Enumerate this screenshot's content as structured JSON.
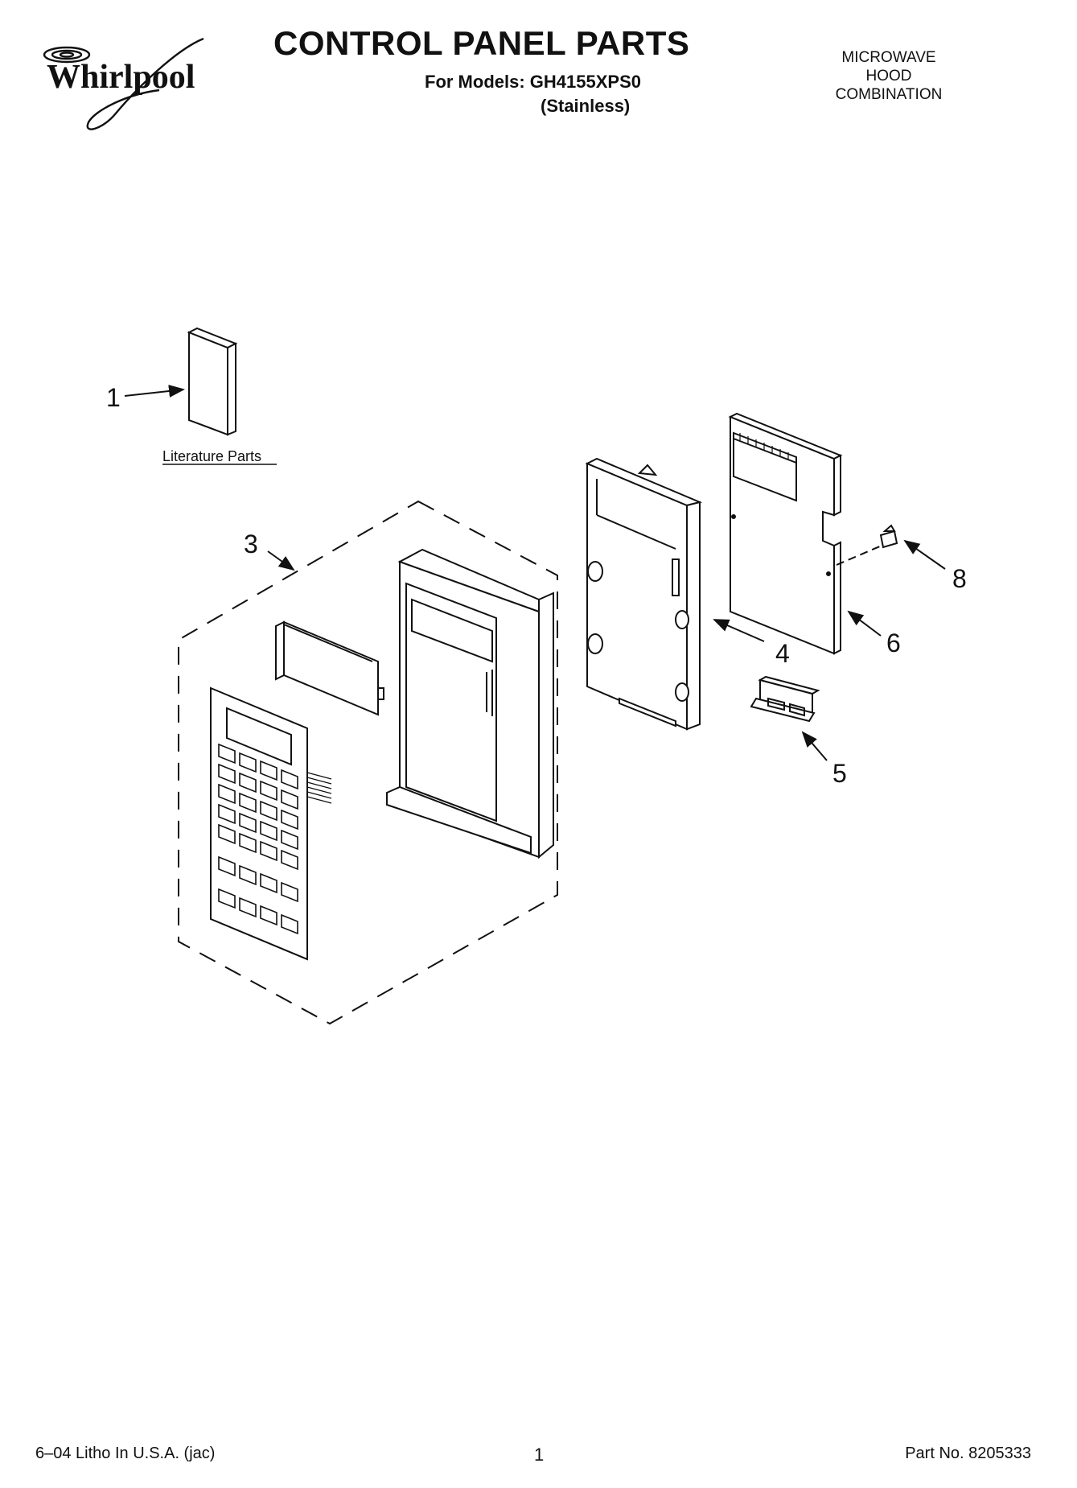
{
  "header": {
    "brand": "Whirlpool",
    "title": "CONTROL PANEL PARTS",
    "models_line": "For Models: GH4155XPS0",
    "variant": "(Stainless)",
    "product_type": [
      "MICROWAVE",
      "HOOD",
      "COMBINATION"
    ]
  },
  "diagram": {
    "callouts": {
      "c1": "1",
      "c3": "3",
      "c4": "4",
      "c5": "5",
      "c6": "6",
      "c8": "8"
    },
    "literature_label": "Literature Parts"
  },
  "footer": {
    "litho": "6–04 Litho In U.S.A. (jac)",
    "page": "1",
    "part_no": "Part No. 8205333"
  }
}
